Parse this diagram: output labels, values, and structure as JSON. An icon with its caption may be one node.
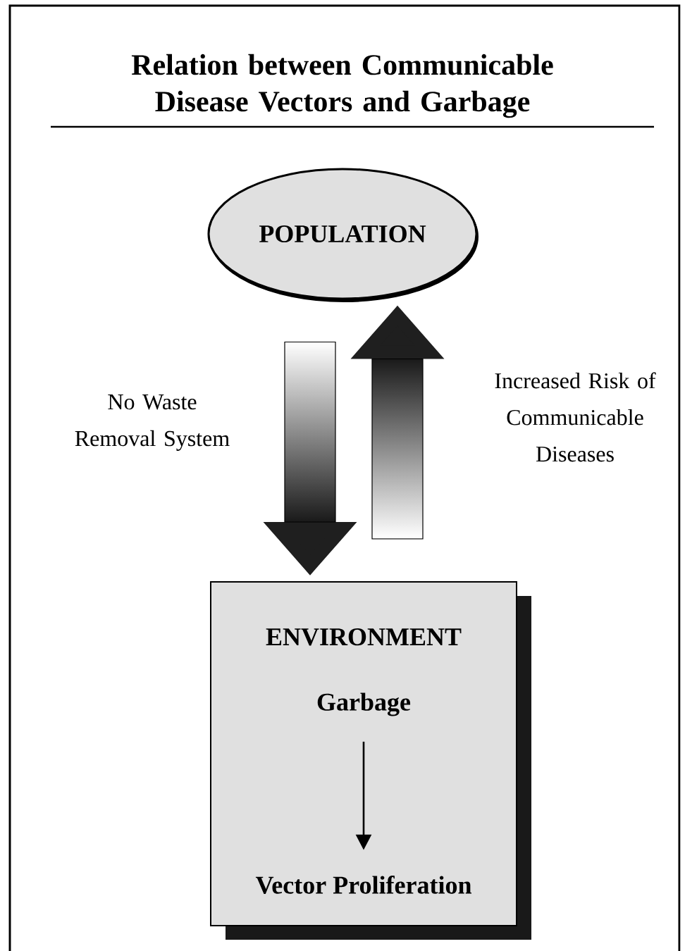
{
  "diagram": {
    "title": "Relation between Communicable Disease Vectors and Garbage",
    "nodes": [
      {
        "text": [
          "POPULATION"
        ]
      },
      {
        "text": [
          "ENVIRONMENT"
        ]
      },
      {
        "text": [
          "Garbage"
        ],
        "in": 1
      },
      {
        "text": [
          "Vector Proliferation"
        ],
        "in": 1
      }
    ],
    "edges": [
      {
        "from": 0,
        "to": 1,
        "arrow": "to",
        "label": "No Waste Removal System"
      },
      {
        "from": 1,
        "to": 0,
        "arrow": "to",
        "label": "Increased Risk of Communicable Diseases"
      },
      {
        "from": 2,
        "to": 3,
        "arrow": "to"
      }
    ]
  }
}
